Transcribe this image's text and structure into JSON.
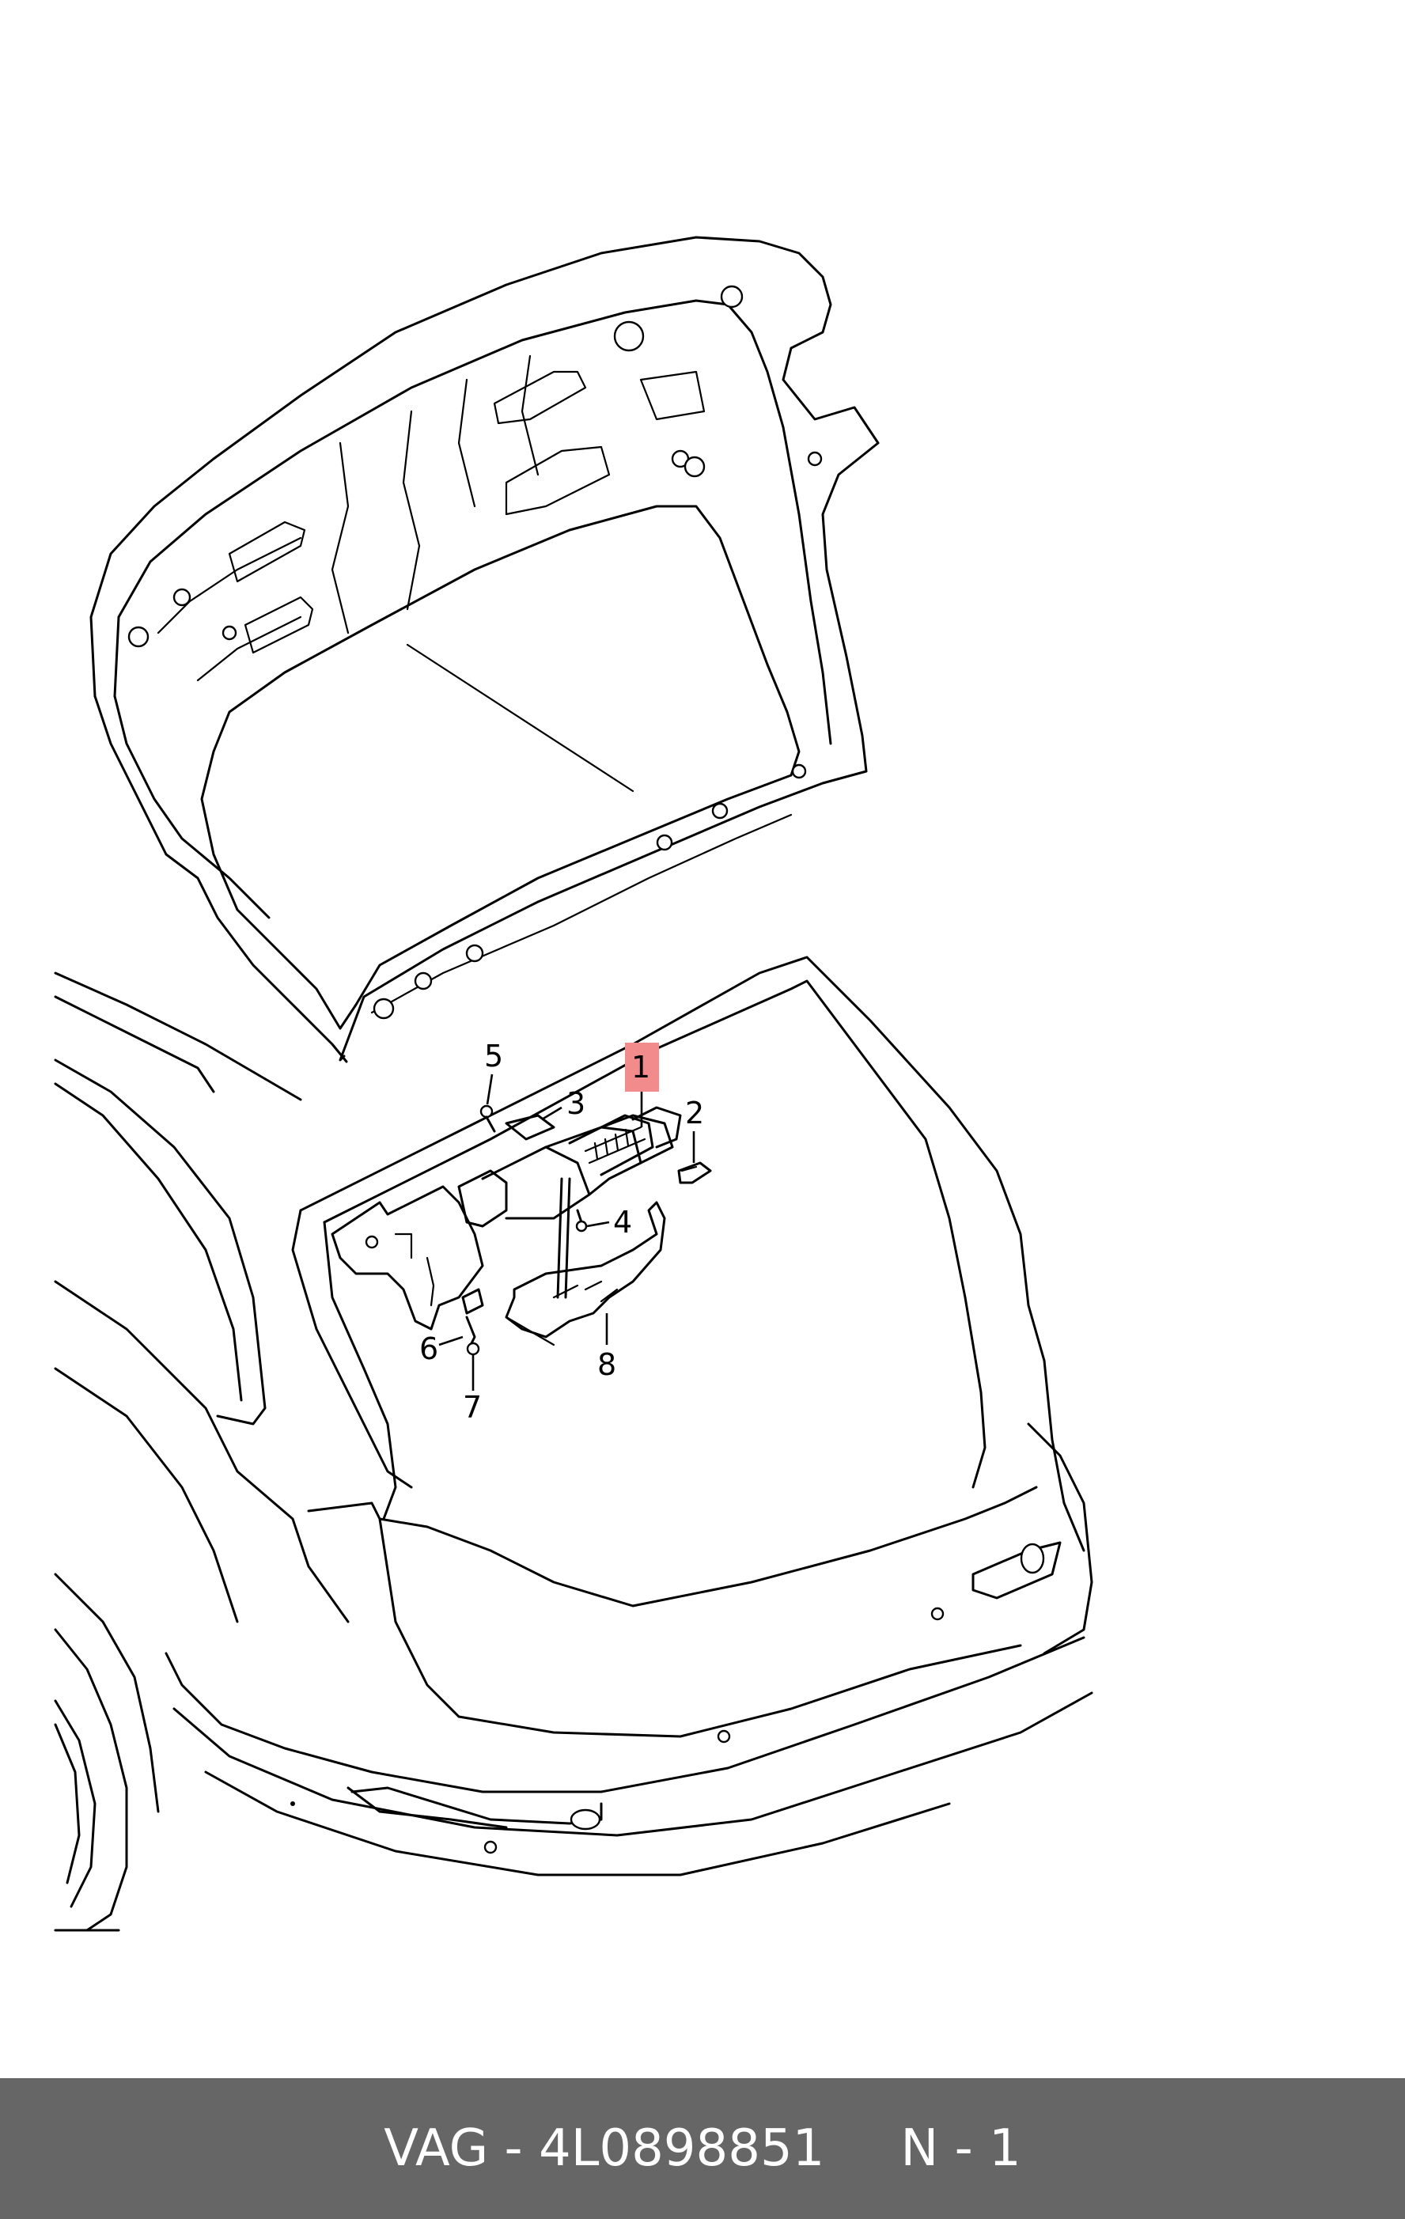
{
  "diagram": {
    "callouts": [
      {
        "id": "1",
        "label": "1",
        "highlighted": true
      },
      {
        "id": "2",
        "label": "2"
      },
      {
        "id": "3",
        "label": "3"
      },
      {
        "id": "4",
        "label": "4"
      },
      {
        "id": "5",
        "label": "5"
      },
      {
        "id": "6",
        "label": "6"
      },
      {
        "id": "7",
        "label": "7"
      },
      {
        "id": "8",
        "label": "8"
      }
    ],
    "highlight_color": "#f28b8b",
    "line_color": "#000000",
    "background_color": "#ffffff"
  },
  "footer": {
    "part_label": "VAG - 4L0898851",
    "qty_label": "N - 1",
    "background_color": "#666666",
    "text_color": "#ffffff"
  }
}
